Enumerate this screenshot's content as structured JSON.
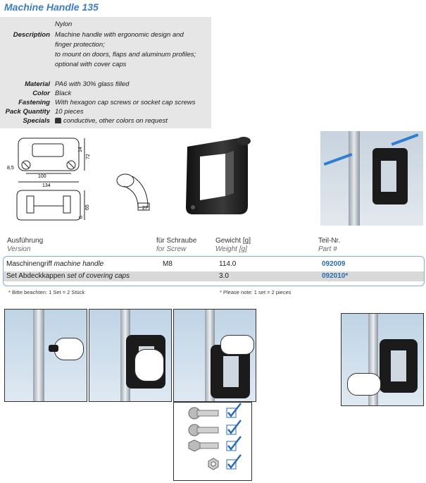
{
  "title": "Machine Handle 135",
  "specs": [
    {
      "key": "",
      "value": "Nylon"
    },
    {
      "key": "Description",
      "value": "Machine handle with ergonomic design and"
    },
    {
      "key": "",
      "value": "finger protection;"
    },
    {
      "key": "",
      "value": "to mount on doors, flaps and aluminum profiles;"
    },
    {
      "key": "",
      "value": "optional with cover caps"
    },
    {
      "key": "Material",
      "value": "PA6 with 30% glass filled"
    },
    {
      "key": "Color",
      "value": "Black"
    },
    {
      "key": "Fastening",
      "value": "With hexagon cap screws or socket cap screws"
    },
    {
      "key": "Pack Quantity",
      "value": "10 pieces"
    },
    {
      "key": "Specials",
      "value": "conductive, other colors on request"
    }
  ],
  "drawing": {
    "dim_85": "8,5",
    "dim_14": "14",
    "dim_72": "72",
    "dim_100": "100",
    "dim_134": "134",
    "dim_6": "6",
    "dim_65": "65",
    "dim_27": "27"
  },
  "table": {
    "headers": [
      {
        "de": "Ausführung",
        "en": "Version"
      },
      {
        "de": "für Schraube",
        "en": "for Screw"
      },
      {
        "de": "Gewicht [g]",
        "en": "Weight [g]"
      },
      {
        "de": "Teil-Nr.",
        "en": "Part #"
      }
    ],
    "rows": [
      {
        "de": "Maschinengriff",
        "en": "machine handle",
        "screw": "M8",
        "weight": "114.0",
        "part": "092009"
      },
      {
        "de": "Set Abdeckkappen",
        "en": "set of covering caps",
        "screw": "",
        "weight": "3.0",
        "part": "092010*"
      }
    ]
  },
  "notes": {
    "de": "* Bitte beachten: 1 Set = 2 Stück",
    "en": "* Please note: 1 set = 2 pieces"
  },
  "colors": {
    "accent": "#3a7fc4",
    "spec_bg": "#e6e6e6",
    "check": "#2b6cb0"
  }
}
